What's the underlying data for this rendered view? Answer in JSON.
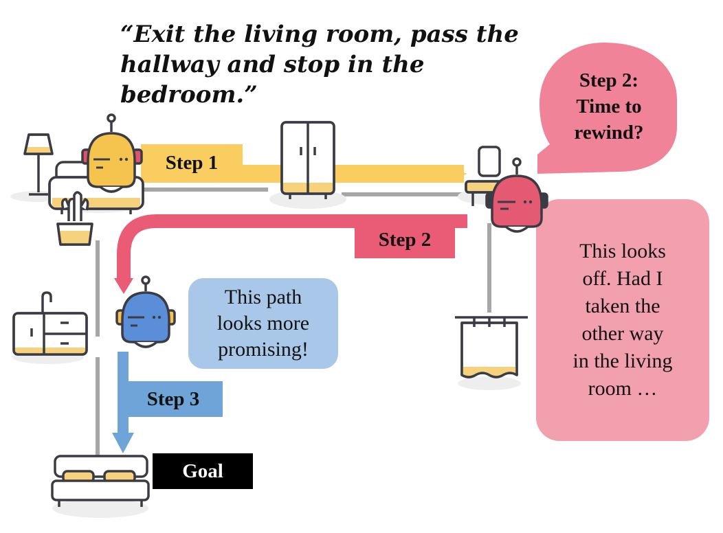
{
  "instruction": {
    "line1": "“Exit the living room, pass the",
    "line2": "hallway and stop in the bedroom.”"
  },
  "labels": {
    "step1": "Step 1",
    "step2": "Step 2",
    "step3": "Step 3",
    "goal": "Goal"
  },
  "bubbles": {
    "rewind_question": [
      "Step 2:",
      "Time to",
      "rewind?"
    ],
    "reflection": [
      "This looks",
      "off. Had I",
      "taken the",
      "other way",
      "in the living",
      "room …"
    ],
    "promising": [
      "This path",
      "looks more",
      "promising!"
    ]
  },
  "colors": {
    "step1": "#f9cd5f",
    "step2": "#ea5b76",
    "step3": "#6ea4d8",
    "robot_yellow": "#f5c44e",
    "robot_red": "#e35a72",
    "robot_blue": "#5b8ed8",
    "bubble_pink": "#f08398",
    "bubble_pink_light": "#f2a0ae",
    "bubble_blue": "#a9c7e8",
    "goal_bg": "#000000",
    "path_gray": "#a6a6a6",
    "furniture_accent": "#f7d27e"
  },
  "icons": [
    "lamp-icon",
    "sofa-icon",
    "plant-icon",
    "wardrobe-icon",
    "vanity-icon",
    "cabinet-icon",
    "curtain-icon",
    "bed-icon",
    "robot-icon"
  ]
}
